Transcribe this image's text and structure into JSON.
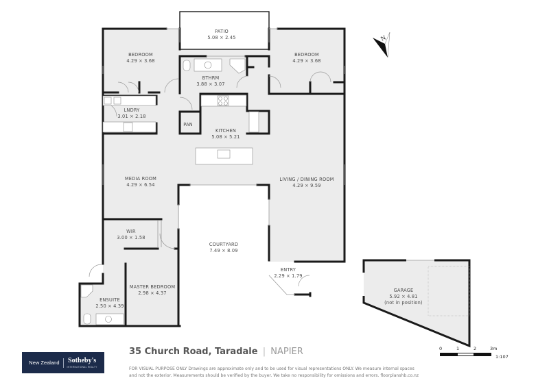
{
  "plan": {
    "rooms": [
      {
        "id": "bedroom-1",
        "name": "BEDROOM",
        "dims": "4.29 × 3.68"
      },
      {
        "id": "patio",
        "name": "PATIO",
        "dims": "5.08 × 2.45"
      },
      {
        "id": "bedroom-2",
        "name": "BEDROOM",
        "dims": "4.29 × 3.68"
      },
      {
        "id": "bthrm",
        "name": "BTHRM",
        "dims": "3.88 × 3.07"
      },
      {
        "id": "lndry",
        "name": "LNDRY",
        "dims": "3.01 × 2.18"
      },
      {
        "id": "pan",
        "name": "PAN",
        "dims": ""
      },
      {
        "id": "kitchen",
        "name": "KITCHEN",
        "dims": "5.08 × 5.21"
      },
      {
        "id": "media-room",
        "name": "MEDIA ROOM",
        "dims": "4.29 × 6.54"
      },
      {
        "id": "living-dining",
        "name": "LIVING / DINING ROOM",
        "dims": "4.29 × 9.59"
      },
      {
        "id": "wir",
        "name": "WIR",
        "dims": "3.00 × 1.58"
      },
      {
        "id": "courtyard",
        "name": "COURTYARD",
        "dims": "7.49 × 8.09"
      },
      {
        "id": "entry",
        "name": "ENTRY",
        "dims": "2.29 × 1.79"
      },
      {
        "id": "master-bedroom",
        "name": "MASTER BEDROOM",
        "dims": "2.98 × 4.37"
      },
      {
        "id": "ensuite",
        "name": "ENSUITE",
        "dims": "2.50 × 4.39"
      },
      {
        "id": "garage",
        "name": "GARAGE",
        "dims": "5.92 × 4.81",
        "note": "(not in position)"
      }
    ],
    "compass_label": "N",
    "colors": {
      "wall": "#1a1a1a",
      "floor": "#ececec",
      "outdoor": "#ffffff",
      "line": "#9a9a9a"
    }
  },
  "footer": {
    "logo": {
      "region": "New Zealand",
      "brand": "Sotheby's",
      "sub": "INTERNATIONAL REALTY",
      "bg": "#1c2b4a"
    },
    "address": {
      "street": "35 Church Road, Taradale",
      "separator": "|",
      "city": "NAPIER"
    },
    "disclaimer_line1": "FOR VISUAL PURPOSE ONLY Drawings are approximate only and to be used for visual representations ONLY. We measure internal spaces",
    "disclaimer_line2": "and not the exterior. Measurements should be verified by the buyer. We take no responsibility for omissions and errors. floorplanshb.co.nz",
    "scale": {
      "ticks": [
        "0",
        "1",
        "2",
        "3m"
      ],
      "ratio": "1:107"
    }
  }
}
